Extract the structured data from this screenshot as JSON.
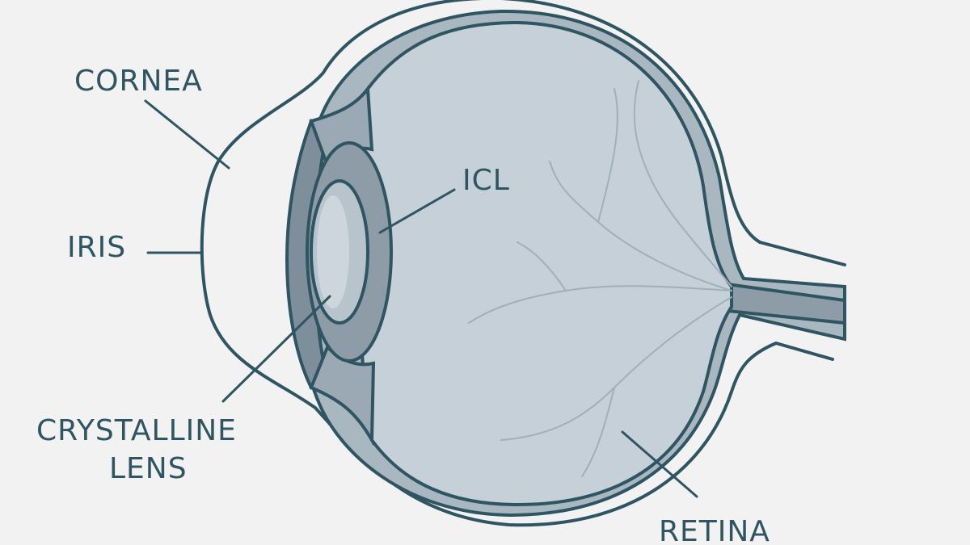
{
  "labels": {
    "cornea": "CORNEA",
    "iris": "IRIS",
    "icl": "ICL",
    "crystalline_line1": "CRYSTALLINE",
    "crystalline_line2": "LENS",
    "retina": "RETINA"
  },
  "colors": {
    "background": "#f2f2f2",
    "ink": "#2f5562",
    "globe_fill": "#c6d0d8",
    "sclera_band": "#a9b7c1",
    "iris_fill": "#7e8f9b",
    "lens_fill": "#b8c4cc",
    "icl_ring": "#8d9ca7",
    "vessels": "#9fb0bb"
  }
}
